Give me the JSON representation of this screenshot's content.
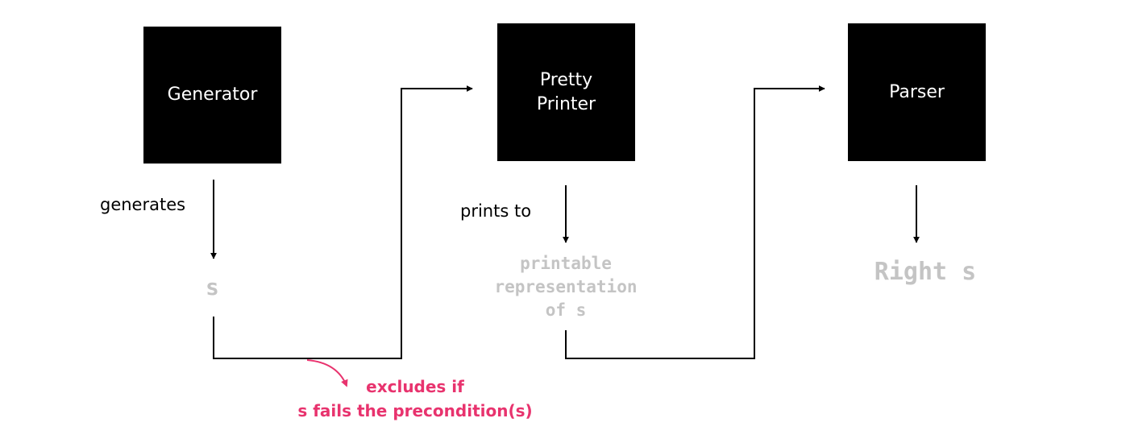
{
  "colors": {
    "box_fill": "#000000",
    "box_text": "#ffffff",
    "line": "#000000",
    "code_text": "#c4c4c4",
    "accent": "#e8336e"
  },
  "stages": [
    {
      "label": "Generator"
    },
    {
      "label": "Pretty\nPrinter"
    },
    {
      "label": "Parser"
    }
  ],
  "edge_labels": {
    "generates": "generates",
    "prints_to": "prints to"
  },
  "values": {
    "s": "s",
    "printable": [
      "printable",
      "representation",
      "of s"
    ],
    "result": "Right s"
  },
  "exclusion_note": [
    "excludes if",
    "s fails the precondition(s)"
  ]
}
